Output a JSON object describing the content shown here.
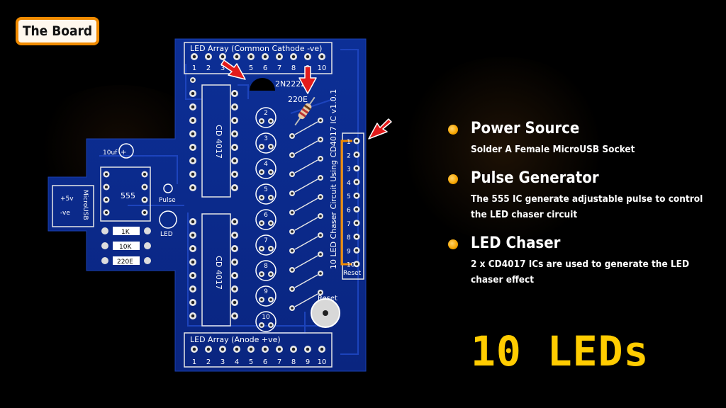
{
  "slide_tag": "The Board",
  "board": {
    "top_header_label": "LED Array (Common Cathode -ve)",
    "bottom_header_label": "LED Array (Anode +ve)",
    "pin_numbers": [
      "1",
      "2",
      "3",
      "4",
      "5",
      "6",
      "7",
      "8",
      "9",
      "10"
    ],
    "transistor_label": "2N2222",
    "resistor_label": "220E",
    "ic_top_label": "CD 4017",
    "ic_bottom_label": "CD 4017",
    "timer_label": "555",
    "capacitor_label": "10uf",
    "power_plus_label": "+5v",
    "power_minus_label": "-ve",
    "usb_label": "MicroUSB",
    "pulse_label": "Pulse",
    "led_label": "LED",
    "resistor_1k": "1K",
    "resistor_10k": "10K",
    "resistor_220e": "220E",
    "vertical_title": "10 LED Chaser Circuit Using CD4017 IC v1.0.1",
    "right_header_pins": [
      "1",
      "2",
      "3",
      "4",
      "5",
      "6",
      "7",
      "8",
      "9",
      "10"
    ],
    "right_header_reset": "Reset",
    "reset_button_label": "Reset",
    "led_numbers": [
      "2",
      "3",
      "4",
      "5",
      "6",
      "7",
      "8",
      "9",
      "10"
    ]
  },
  "bullets": [
    {
      "title": "Power Source",
      "text": "Solder A Female MicroUSB Socket"
    },
    {
      "title": "Pulse Generator",
      "text": "The 555 IC generate adjustable pulse to control the LED chaser circuit"
    },
    {
      "title": "LED Chaser",
      "text": "2 x CD4017  ICs are used to generate the LED chaser effect"
    }
  ],
  "headline": "10 LEDs",
  "colors": {
    "board": "#0b2a8a",
    "accent_orange": "#f08a00",
    "headline": "#ffcc00",
    "arrow": "#e31b1b"
  }
}
